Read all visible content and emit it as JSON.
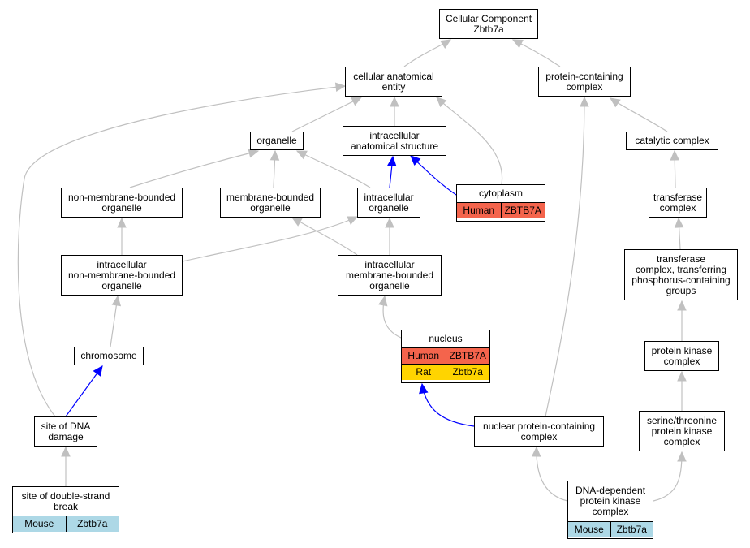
{
  "colors": {
    "edge_gray": "#c0c0c0",
    "edge_blue": "#0000ff",
    "Human": "#f4644c",
    "Rat": "#ffd400",
    "Mouse": "#add8e6"
  },
  "nodes": {
    "cc_root": {
      "label": "Cellular Component\nZbtb7a"
    },
    "cellular_anatomical_entity": {
      "label": "cellular anatomical\nentity"
    },
    "protein_containing_complex": {
      "label": "protein-containing\ncomplex"
    },
    "organelle": {
      "label": "organelle"
    },
    "intracellular_anatomical_structure": {
      "label": "intracellular\nanatomical structure"
    },
    "catalytic_complex": {
      "label": "catalytic complex"
    },
    "non_membrane_bounded_organelle": {
      "label": "non-membrane-bounded\norganelle"
    },
    "membrane_bounded_organelle": {
      "label": "membrane-bounded\norganelle"
    },
    "intracellular_organelle": {
      "label": "intracellular\norganelle"
    },
    "cytoplasm": {
      "label": "cytoplasm",
      "annotations": [
        {
          "species": "Human",
          "gene": "ZBTB7A"
        }
      ]
    },
    "transferase_complex": {
      "label": "transferase\ncomplex"
    },
    "intracellular_non_membrane_bounded_organelle": {
      "label": "intracellular\nnon-membrane-bounded\norganelle"
    },
    "intracellular_membrane_bounded_organelle": {
      "label": "intracellular\nmembrane-bounded\norganelle"
    },
    "transferase_complex_phosphorus": {
      "label": "transferase\ncomplex, transferring\nphosphorus-containing\ngroups"
    },
    "nucleus": {
      "label": "nucleus",
      "annotations": [
        {
          "species": "Human",
          "gene": "ZBTB7A"
        },
        {
          "species": "Rat",
          "gene": "Zbtb7a"
        }
      ]
    },
    "chromosome": {
      "label": "chromosome"
    },
    "protein_kinase_complex": {
      "label": "protein kinase\ncomplex"
    },
    "site_of_dna_damage": {
      "label": "site of DNA\ndamage"
    },
    "nuclear_protein_containing_complex": {
      "label": "nuclear protein-containing\ncomplex"
    },
    "serine_threonine_protein_kinase_complex": {
      "label": "serine/threonine\nprotein kinase\ncomplex"
    },
    "site_of_double_strand_break": {
      "label": "site of double-strand\nbreak",
      "annotations": [
        {
          "species": "Mouse",
          "gene": "Zbtb7a"
        }
      ]
    },
    "dna_dependent_protein_kinase_complex": {
      "label": "DNA-dependent\nprotein kinase\ncomplex",
      "annotations": [
        {
          "species": "Mouse",
          "gene": "Zbtb7a"
        }
      ]
    }
  }
}
